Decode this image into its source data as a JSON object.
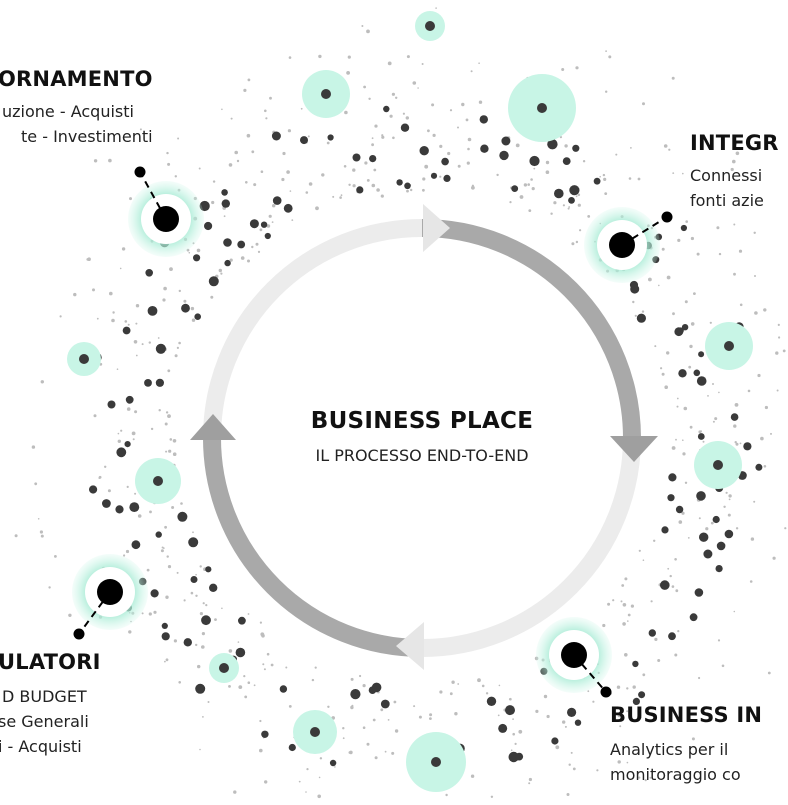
{
  "center": {
    "title": "BUSINESS PLACE",
    "subtitle": "IL PROCESSO END-TO-END"
  },
  "nodes": [
    {
      "id": "aggiornamento",
      "title": "ORNAMENTO",
      "lines": [
        "uzione - Acquisti",
        "te - Investimenti"
      ]
    },
    {
      "id": "integrazione",
      "title": "INTEGR",
      "lines": [
        "Connessi",
        "fonti azie"
      ]
    },
    {
      "id": "business-intelligence",
      "title": "BUSINESS IN",
      "lines": [
        "Analytics per il",
        "monitoraggio co"
      ]
    },
    {
      "id": "simulatori",
      "title": "ULATORI",
      "lines": [
        "D BUDGET",
        "se Generali",
        "i - Acquisti"
      ]
    }
  ],
  "colors": {
    "mint": "#c8f5e6",
    "mint_glow": "#9de8cf",
    "dot_dark": "#3a3a3a",
    "dot_light": "#bdbdbd",
    "arrow_light": "#ececec",
    "arrow_dark": "#a9a9a9",
    "node_black": "#000000"
  }
}
